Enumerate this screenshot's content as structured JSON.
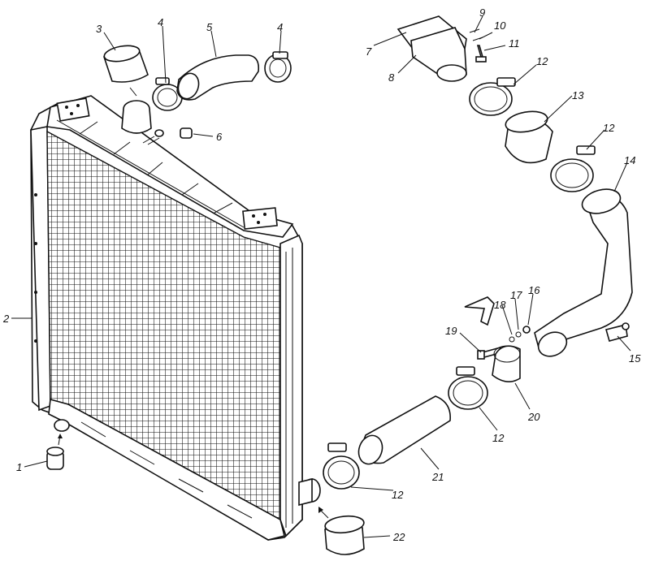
{
  "callouts": [
    {
      "id": "c1",
      "text": "1"
    },
    {
      "id": "c2",
      "text": "2"
    },
    {
      "id": "c3",
      "text": "3"
    },
    {
      "id": "c4a",
      "text": "4"
    },
    {
      "id": "c5",
      "text": "5"
    },
    {
      "id": "c4b",
      "text": "4"
    },
    {
      "id": "c6",
      "text": "6"
    },
    {
      "id": "c7",
      "text": "7"
    },
    {
      "id": "c8",
      "text": "8"
    },
    {
      "id": "c9",
      "text": "9"
    },
    {
      "id": "c10",
      "text": "10"
    },
    {
      "id": "c11",
      "text": "11"
    },
    {
      "id": "c12a",
      "text": "12"
    },
    {
      "id": "c13",
      "text": "13"
    },
    {
      "id": "c12b",
      "text": "12"
    },
    {
      "id": "c14",
      "text": "14"
    },
    {
      "id": "c15",
      "text": "15"
    },
    {
      "id": "c16",
      "text": "16"
    },
    {
      "id": "c17",
      "text": "17"
    },
    {
      "id": "c18",
      "text": "18"
    },
    {
      "id": "c19",
      "text": "19"
    },
    {
      "id": "c20",
      "text": "20"
    },
    {
      "id": "c12c",
      "text": "12"
    },
    {
      "id": "c21",
      "text": "21"
    },
    {
      "id": "c12d",
      "text": "12"
    },
    {
      "id": "c22",
      "text": "22"
    }
  ]
}
